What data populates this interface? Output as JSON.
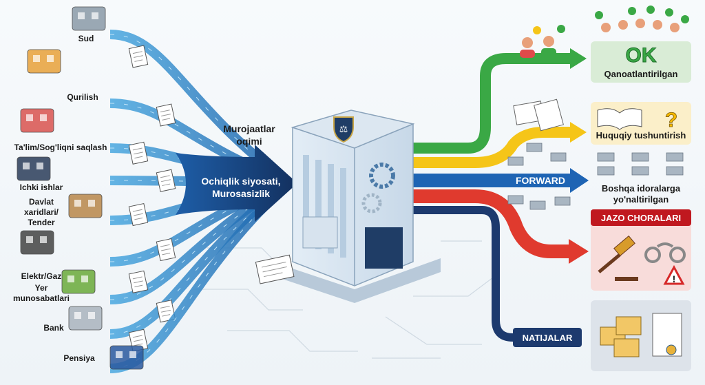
{
  "sources": [
    {
      "label": "Sud",
      "icon": "courthouse-gavel-icon"
    },
    {
      "label": "Qurilish",
      "icon": "crane-computer-icon"
    },
    {
      "label": "Ta'lim/Sog'liqni saqlash",
      "icon": "school-hospital-icon"
    },
    {
      "label": "Ichki ishlar",
      "icon": "police-car-badge-icon"
    },
    {
      "label_lines": [
        "Davlat",
        "xaridlari/",
        "Tender"
      ],
      "icon": "contract-money-icon"
    },
    {
      "label": "Elektr/Gaz",
      "icon": "power-pipe-icon"
    },
    {
      "label_lines": [
        "Yer",
        "munosabatlari"
      ],
      "icon": "land-plot-icon"
    },
    {
      "label": "Bank",
      "icon": "bank-icon"
    },
    {
      "label": "Pensiya",
      "icon": "passport-icon"
    }
  ],
  "center": {
    "flow_title_lines": [
      "Murojaatlar",
      "oqimi"
    ],
    "arrow_text_lines": [
      "Ochiqlik siyosati,",
      "Murosasizlik"
    ],
    "building_icon": "justice-shield-scales-icon"
  },
  "outcomes": {
    "satisfied": {
      "label": "Qanoatlantirilgan",
      "badge": "OK",
      "color": "#3aa845"
    },
    "explained": {
      "label": "Huquqiy tushuntirish",
      "color": "#f5c518"
    },
    "forwarded": {
      "arrow_label": "FORWARD",
      "label_lines": [
        "Boshqa idoralarga",
        "yo'naltirilgan"
      ],
      "color": "#1e64b4"
    },
    "penalties": {
      "label": "JAZO CHORALARI",
      "color": "#e03a2e"
    },
    "results": {
      "label": "NATIJALAR",
      "color": "#1d3a6e"
    }
  }
}
